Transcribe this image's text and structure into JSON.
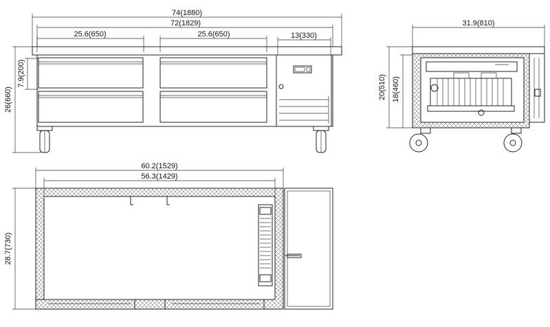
{
  "front_view": {
    "overall_width": "74(1880)",
    "inner_width": "72(1829)",
    "drawer_width_left": "25.6(650)",
    "drawer_width_right": "25.6(650)",
    "compressor_width": "13(330)",
    "height": "26(660)",
    "drawer_height": "7.9(200)"
  },
  "side_view": {
    "depth": "31.9(810)",
    "height": "20(510)",
    "inner_height": "18(460)"
  },
  "top_view": {
    "outer_width": "60.2(1529)",
    "inner_width": "56.3(1429)",
    "depth": "28.7(730)"
  }
}
